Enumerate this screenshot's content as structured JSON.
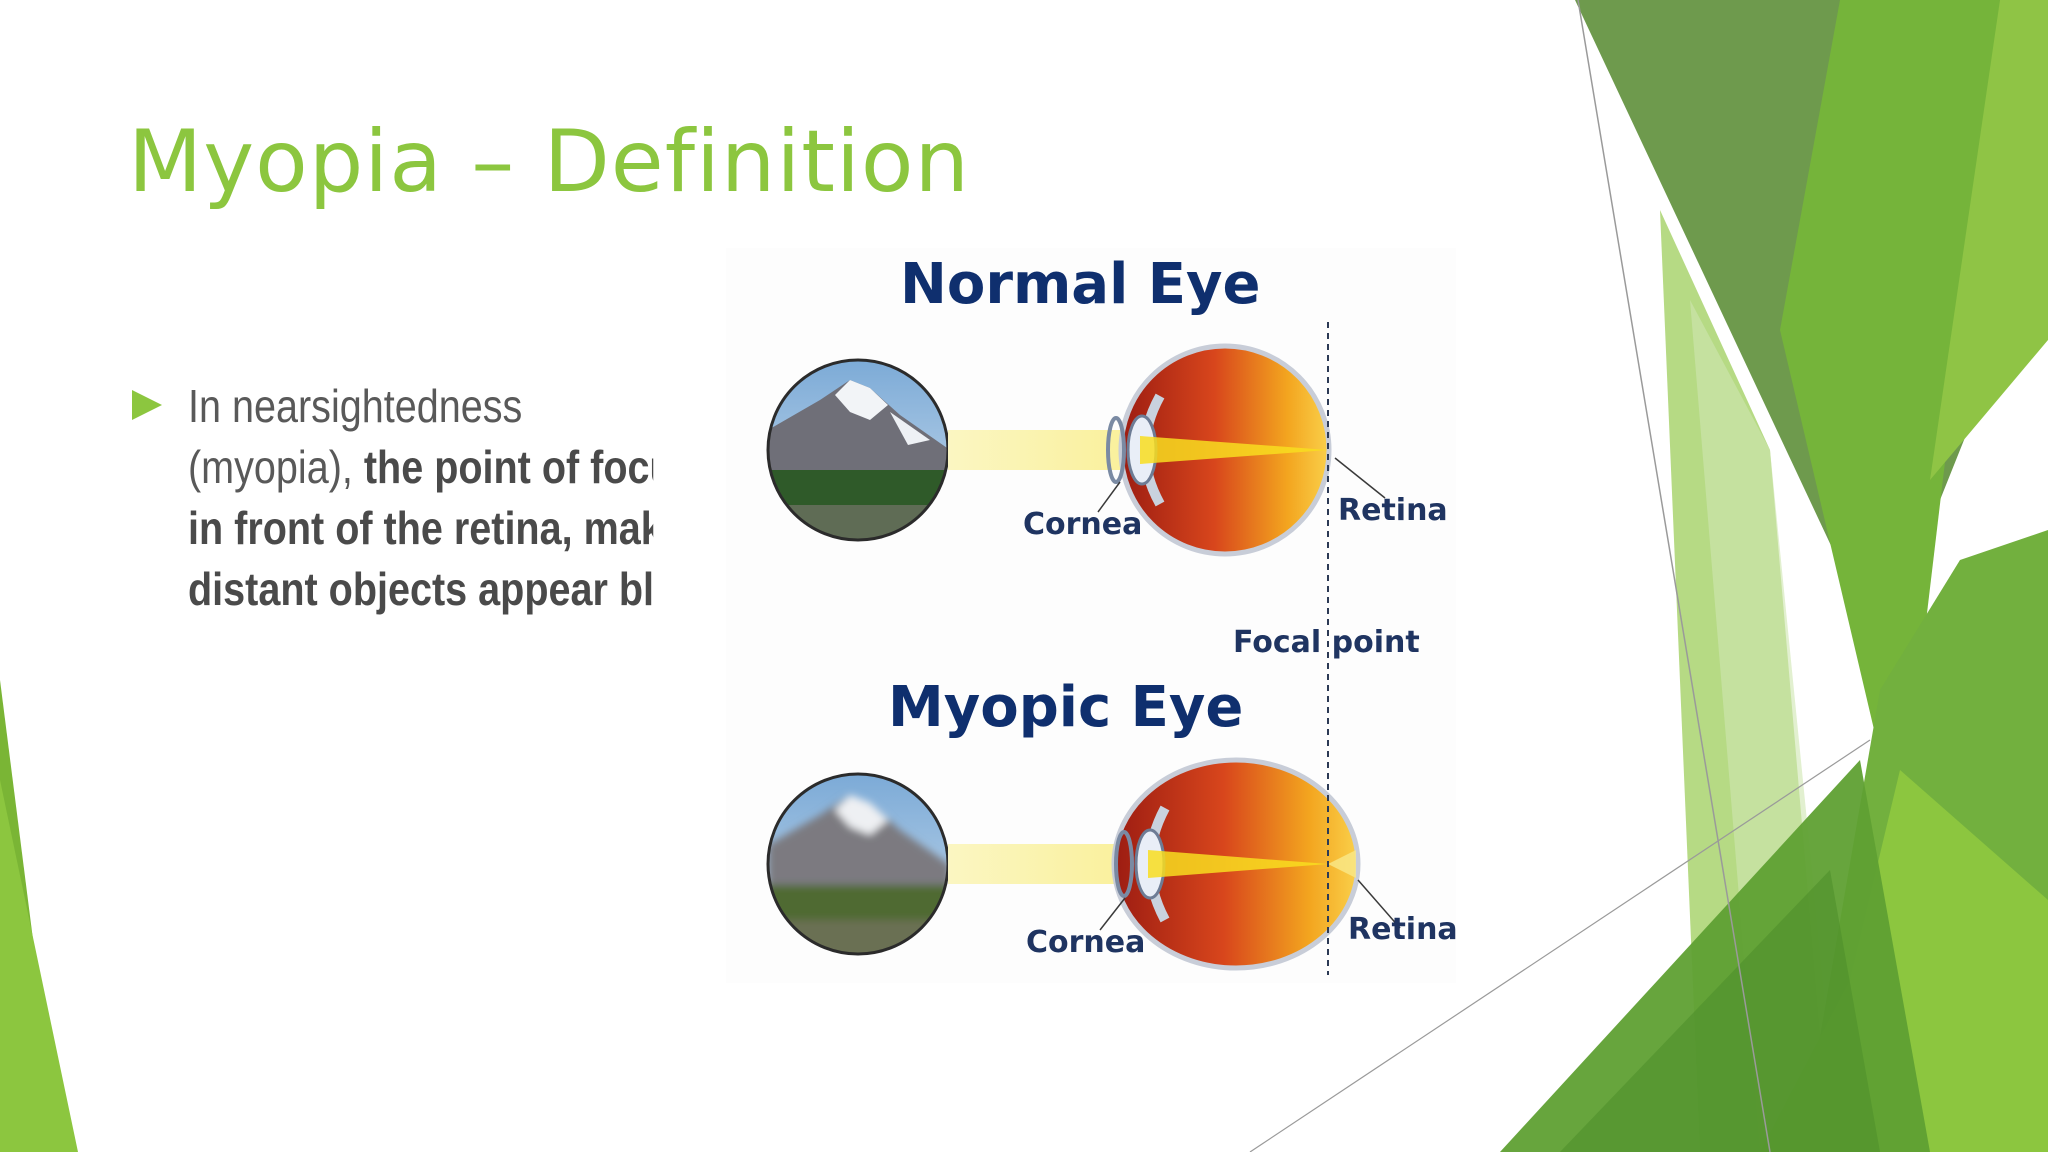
{
  "slide": {
    "title": "Myopia – Definition",
    "bullet": {
      "lead": " In nearsightedness",
      "plain": "(myopia), ",
      "bold_1": "the point of focus",
      "bold_2": "in front of the retina, making",
      "bold_3": "distant objects appear blurry"
    }
  },
  "diagram": {
    "normal_heading": "Normal Eye",
    "myopic_heading": "Myopic Eye",
    "cornea_label_top": "Cornea",
    "retina_label_top": "Retina",
    "focal_point_label": "Focal point",
    "cornea_label_bottom": "Cornea",
    "retina_label_bottom": "Retina"
  },
  "colors": {
    "accent_green": "#8cc63f",
    "heading_navy": "#0f2f6e",
    "body_text": "#595959"
  }
}
